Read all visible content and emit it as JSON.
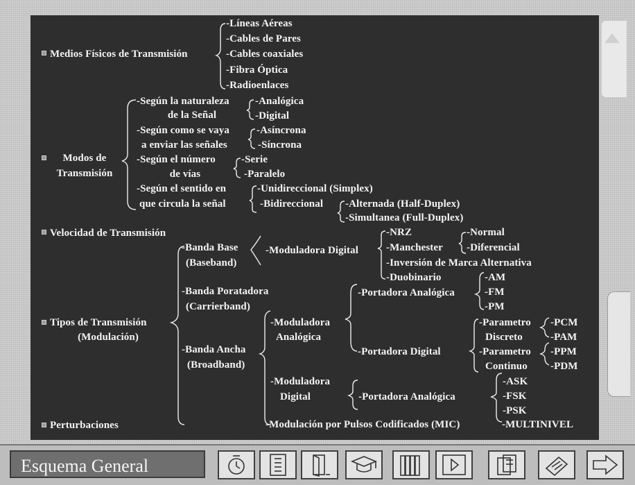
{
  "diagram": {
    "medios": {
      "label": "Medios Físicos de Transmisión",
      "items": [
        "-Líneas Aéreas",
        "-Cables de Pares",
        "-Cables coaxiales",
        "-Fibra Óptica",
        "-Radioenlaces"
      ]
    },
    "modos": {
      "label_line1": "Modos de",
      "label_line2": "Transmisión",
      "naturaleza_l1": "-Según la naturaleza",
      "naturaleza_l2": "de la Señal",
      "analogica": "-Analógica",
      "digital": "-Digital",
      "como_l1": "-Según como se vaya",
      "como_l2": "a enviar las señales",
      "asincrona": "-Asíncrona",
      "sincrona": "-Síncrona",
      "numero_l1": "-Según el número",
      "numero_l2": "de vías",
      "serie": "-Serie",
      "paralelo": "-Paralelo",
      "sentido_l1": "-Según el sentido en",
      "sentido_l2": "que circula la señal",
      "unidireccional": "-Unidireccional (Simplex)",
      "bidireccional": "-Bidireccional",
      "alternada": "-Alternada (Half-Duplex)",
      "simultanea": "-Simultanea (Full-Duplex)"
    },
    "velocidad": {
      "label": "Velocidad de Transmisión"
    },
    "tipos": {
      "label_line1": "Tipos de Transmisión",
      "label_line2": "(Modulación)",
      "banda_base_l1": "-Banda Base",
      "banda_base_l2": "(Baseband)",
      "mod_digital": "-Moduladora Digital",
      "nrz": "-NRZ",
      "manchester": "-Manchester",
      "normal": "-Normal",
      "diferencial": "-Diferencial",
      "inversion": "-Inversión de Marca Alternativa",
      "duobinario": "-Duobinario",
      "portadora_l1": "-Banda Poratadora",
      "portadora_l2": "(Carrierband)",
      "portadora_analogica": "-Portadora Analógica",
      "am": "-AM",
      "fm": "-FM",
      "pm": "-PM",
      "ancha_l1": "-Banda Ancha",
      "ancha_l2": "(Broadband)",
      "mod_analogica_l1": "-Moduladora",
      "mod_analogica_l2": "Analógica",
      "portadora_digital": "-Portadora Digital",
      "param_discreto_l1": "-Parametro",
      "param_discreto_l2": "Discreto",
      "param_continuo_l1": "-Parametro",
      "param_continuo_l2": "Continuo",
      "pcm": "-PCM",
      "pam": "-PAM",
      "ppm": "-PPM",
      "pdm": "-PDM",
      "mod_digital2_l1": "-Moduladora",
      "mod_digital2_l2": "Digital",
      "portadora_analogica2": "-Portadora Analógica",
      "ask": "-ASK",
      "fsk": "-FSK",
      "psk": "-PSK",
      "multinivel": "-MULTINIVEL",
      "mic": "-Modulación por Pulsos Codificados (MIC)"
    },
    "perturbaciones": {
      "label": "Perturbaciones"
    }
  },
  "toolbar": {
    "title": "Esquema General",
    "buttons": [
      "clock-icon",
      "list-icon",
      "door-icon",
      "graduation-cap-icon",
      "books-icon",
      "play-icon",
      "notes-icon",
      "notepad-icon",
      "next-arrow-icon"
    ]
  }
}
